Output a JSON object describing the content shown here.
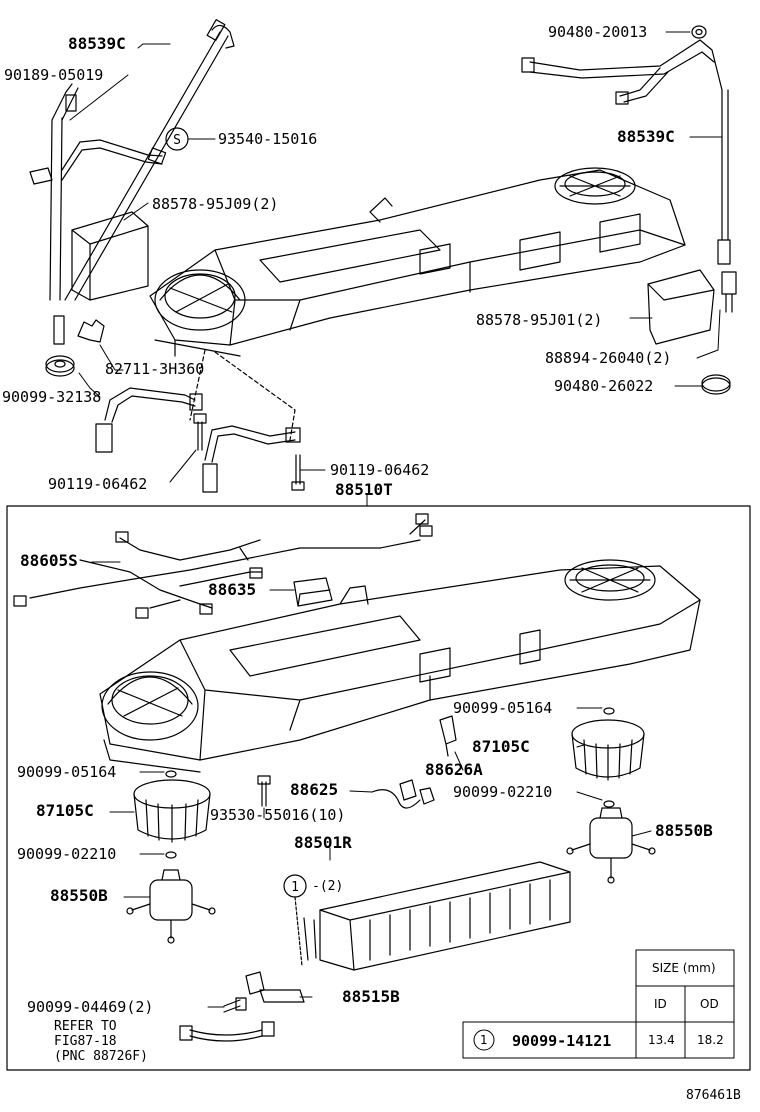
{
  "labels": {
    "p88539c_top": "88539C",
    "p90189_05019": "90189-05019",
    "s_marker": "S",
    "p93540_15016": "93540-15016",
    "p88578_95j09": "88578-95J09(2)",
    "p82711_3h360": "82711-3H360",
    "p90099_32138": "90099-32138",
    "p90119_06462_left": "90119-06462",
    "p90119_06462_right": "90119-06462",
    "p88510t": "88510T",
    "p90480_20013": "90480-20013",
    "p88539c_right": "88539C",
    "p88578_95j01": "88578-95J01(2)",
    "p88894_26040": "88894-26040(2)",
    "p90480_26022": "90480-26022",
    "p88605s": "88605S",
    "p88635": "88635",
    "p90099_05164_right": "90099-05164",
    "p87105c_right": "87105C",
    "p88626a": "88626A",
    "p90099_02210_right": "90099-02210",
    "p88550b_right": "88550B",
    "p90099_05164_left": "90099-05164",
    "p87105c_left": "87105C",
    "p88625": "88625",
    "p93530_55016": "93530-55016(10)",
    "p90099_02210_left": "90099-02210",
    "p88501r": "88501R",
    "callout_1_qty": "-(2)",
    "p88550b_left": "88550B",
    "p90099_04469": "90099-04469(2)",
    "p88515b": "88515B",
    "refer_line1": "REFER TO",
    "refer_line2": "FIG87-18",
    "refer_line3": "(PNC 88726F)",
    "figure_number": "876461B"
  },
  "callout_number": "1",
  "size_table": {
    "title": "SIZE (mm)",
    "col_id": "ID",
    "col_od": "OD",
    "row_callout": "1",
    "row_part": "90099-14121",
    "row_id": "13.4",
    "row_od": "18.2"
  }
}
